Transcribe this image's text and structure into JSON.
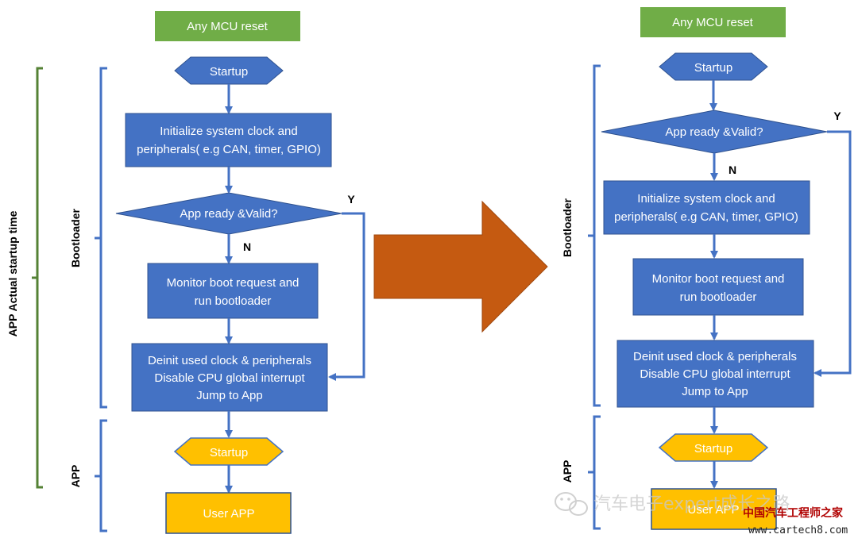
{
  "colors": {
    "blue": "#4472c4",
    "blue_line": "#2f528f",
    "green": "#70ad47",
    "yellow": "#ffc000",
    "orange_arrow": "#c55a11",
    "bracket_green": "#548235"
  },
  "left_flow": {
    "reset": "Any MCU reset",
    "startup": "Startup",
    "init_line1": "Initialize system clock and",
    "init_line2": "peripherals( e.g CAN, timer, GPIO)",
    "decision": "App ready &Valid?",
    "no_label": "N",
    "yes_label": "Y",
    "monitor_line1": "Monitor boot request and",
    "monitor_line2": "run bootloader",
    "deinit_line1": "Deinit used clock & peripherals",
    "deinit_line2": "Disable CPU global interrupt",
    "deinit_line3": "Jump to App",
    "app_startup": "Startup",
    "user_app": "User APP",
    "bootloader_label": "Bootloader",
    "app_label": "APP",
    "startup_time_label": "APP Actual startup time"
  },
  "right_flow": {
    "reset": "Any MCU reset",
    "startup": "Startup",
    "decision": "App ready &Valid?",
    "yes_label": "Y",
    "no_label": "N",
    "init_line1": "Initialize system clock and",
    "init_line2": "peripherals( e.g CAN, timer, GPIO)",
    "monitor_line1": "Monitor boot request and",
    "monitor_line2": "run bootloader",
    "deinit_line1": "Deinit used clock & peripherals",
    "deinit_line2": "Disable CPU global interrupt",
    "deinit_line3": "Jump to App",
    "app_startup": "Startup",
    "user_app": "User APP",
    "bootloader_label": "Bootloader",
    "app_label": "APP"
  },
  "watermark": {
    "text": "汽车电子expert成长之路",
    "site_cn": "中国汽车工程师之家",
    "site_url": "www.cartech8.com",
    "icon": "wechat-icon"
  }
}
